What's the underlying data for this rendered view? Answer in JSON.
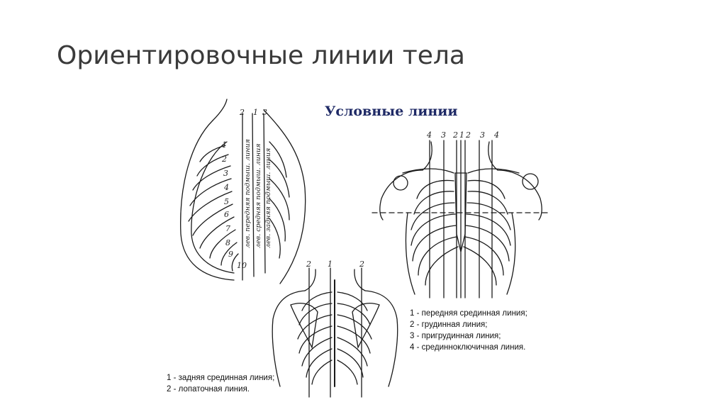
{
  "slide": {
    "title": "Ориентировочные линии тела"
  },
  "figure": {
    "heading": "Условные линии",
    "side_view": {
      "top_line_numbers": [
        "2",
        "1",
        "3"
      ],
      "rib_numbers": [
        "1",
        "2",
        "3",
        "4",
        "5",
        "6",
        "7",
        "8",
        "9",
        "10"
      ],
      "vertical_labels": [
        "лев. передняя подмыш. линия",
        "лев. средняя подмыш. линия",
        "лев. задняя подмыш. линия"
      ]
    },
    "front_view": {
      "top_line_numbers": [
        "4",
        "3",
        "2",
        "1",
        "2",
        "3",
        "4"
      ],
      "legend": [
        "1 - передняя срединная линия;",
        "2 - грудинная линия;",
        "3 - пригрудинная линия;",
        "4 - срединноключичная линия."
      ]
    },
    "back_view": {
      "top_line_numbers": [
        "2",
        "1",
        "2"
      ],
      "legend": [
        "1 - задняя срединная линия;",
        "2 - лопаточная линия."
      ]
    }
  }
}
